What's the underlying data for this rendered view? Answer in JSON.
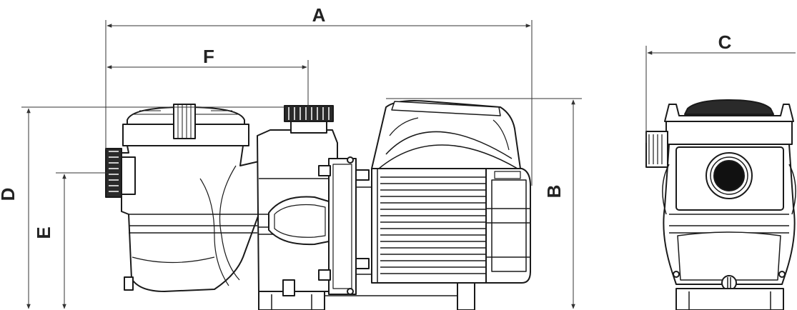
{
  "dimensions": {
    "A": "A",
    "B": "B",
    "C": "C",
    "D": "D",
    "E": "E",
    "F": "F"
  },
  "colors": {
    "line": "#1a1a1a",
    "dimension": "#333333",
    "fill": "#ffffff",
    "dark": "#111111"
  },
  "icons": [
    "pool-pump-side-view",
    "pool-pump-end-view"
  ]
}
